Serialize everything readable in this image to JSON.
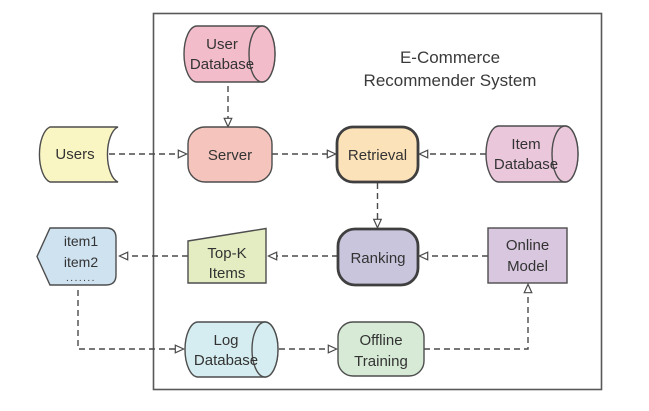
{
  "diagram": {
    "title_line1": "E-Commerce",
    "title_line2": "Recommender System"
  },
  "nodes": {
    "user_database": {
      "type": "cylinder",
      "line1": "User",
      "line2": "Database",
      "fill": "#f3bcca"
    },
    "users": {
      "type": "stored-data",
      "line1": "Users",
      "fill": "#faf6c3"
    },
    "server": {
      "type": "rounded-rect",
      "line1": "Server",
      "fill": "#f4c4bd"
    },
    "retrieval": {
      "type": "rounded-rect-thick",
      "line1": "Retrieval",
      "fill": "#fce2b9"
    },
    "item_database": {
      "type": "cylinder",
      "line1": "Item",
      "line2": "Database",
      "fill": "#ebc7db"
    },
    "item_list": {
      "type": "left-point-pentagon",
      "line1": "item1",
      "line2": "item2",
      "line3": ".......",
      "fill": "#cfe2f0"
    },
    "top_k_items": {
      "type": "slanted-quad",
      "line1": "Top-K",
      "line2": "Items",
      "fill": "#e3edc1"
    },
    "ranking": {
      "type": "rounded-rect-thick",
      "line1": "Ranking",
      "fill": "#c9c5dd"
    },
    "online_model": {
      "type": "rect",
      "line1": "Online",
      "line2": "Model",
      "fill": "#d8c7df"
    },
    "log_database": {
      "type": "cylinder",
      "line1": "Log",
      "line2": "Database",
      "fill": "#d5edf0"
    },
    "offline_training": {
      "type": "rounded-rect",
      "line1": "Offline",
      "line2": "Training",
      "fill": "#d6ead6"
    }
  },
  "edges": [
    {
      "from": "user_database",
      "to": "server"
    },
    {
      "from": "users",
      "to": "server"
    },
    {
      "from": "server",
      "to": "retrieval"
    },
    {
      "from": "item_database",
      "to": "retrieval"
    },
    {
      "from": "retrieval",
      "to": "ranking"
    },
    {
      "from": "online_model",
      "to": "ranking"
    },
    {
      "from": "ranking",
      "to": "top_k_items"
    },
    {
      "from": "top_k_items",
      "to": "item_list"
    },
    {
      "from": "item_list",
      "to": "log_database"
    },
    {
      "from": "log_database",
      "to": "offline_training"
    },
    {
      "from": "offline_training",
      "to": "online_model"
    }
  ],
  "style": {
    "line_color": "#4a4a4a",
    "shape_stroke": "#4d4d4d",
    "thick_stroke": "#3f3f3f",
    "text_color": "#333333",
    "background": "#ffffff"
  }
}
